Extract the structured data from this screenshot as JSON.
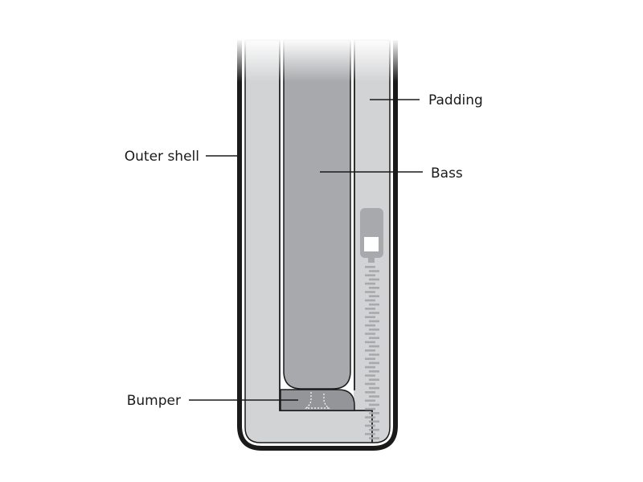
{
  "labels": {
    "outer_shell": "Outer shell",
    "padding": "Padding",
    "bass": "Bass",
    "bumper": "Bumper"
  },
  "colors": {
    "outline": "#1a1a1a",
    "padding_fill": "#d2d3d5",
    "bass_fill": "#a7a9ac",
    "bumper_fill": "#939598",
    "pocket_fill": "#ffffff",
    "zipper_fill": "#a7a9ac"
  }
}
